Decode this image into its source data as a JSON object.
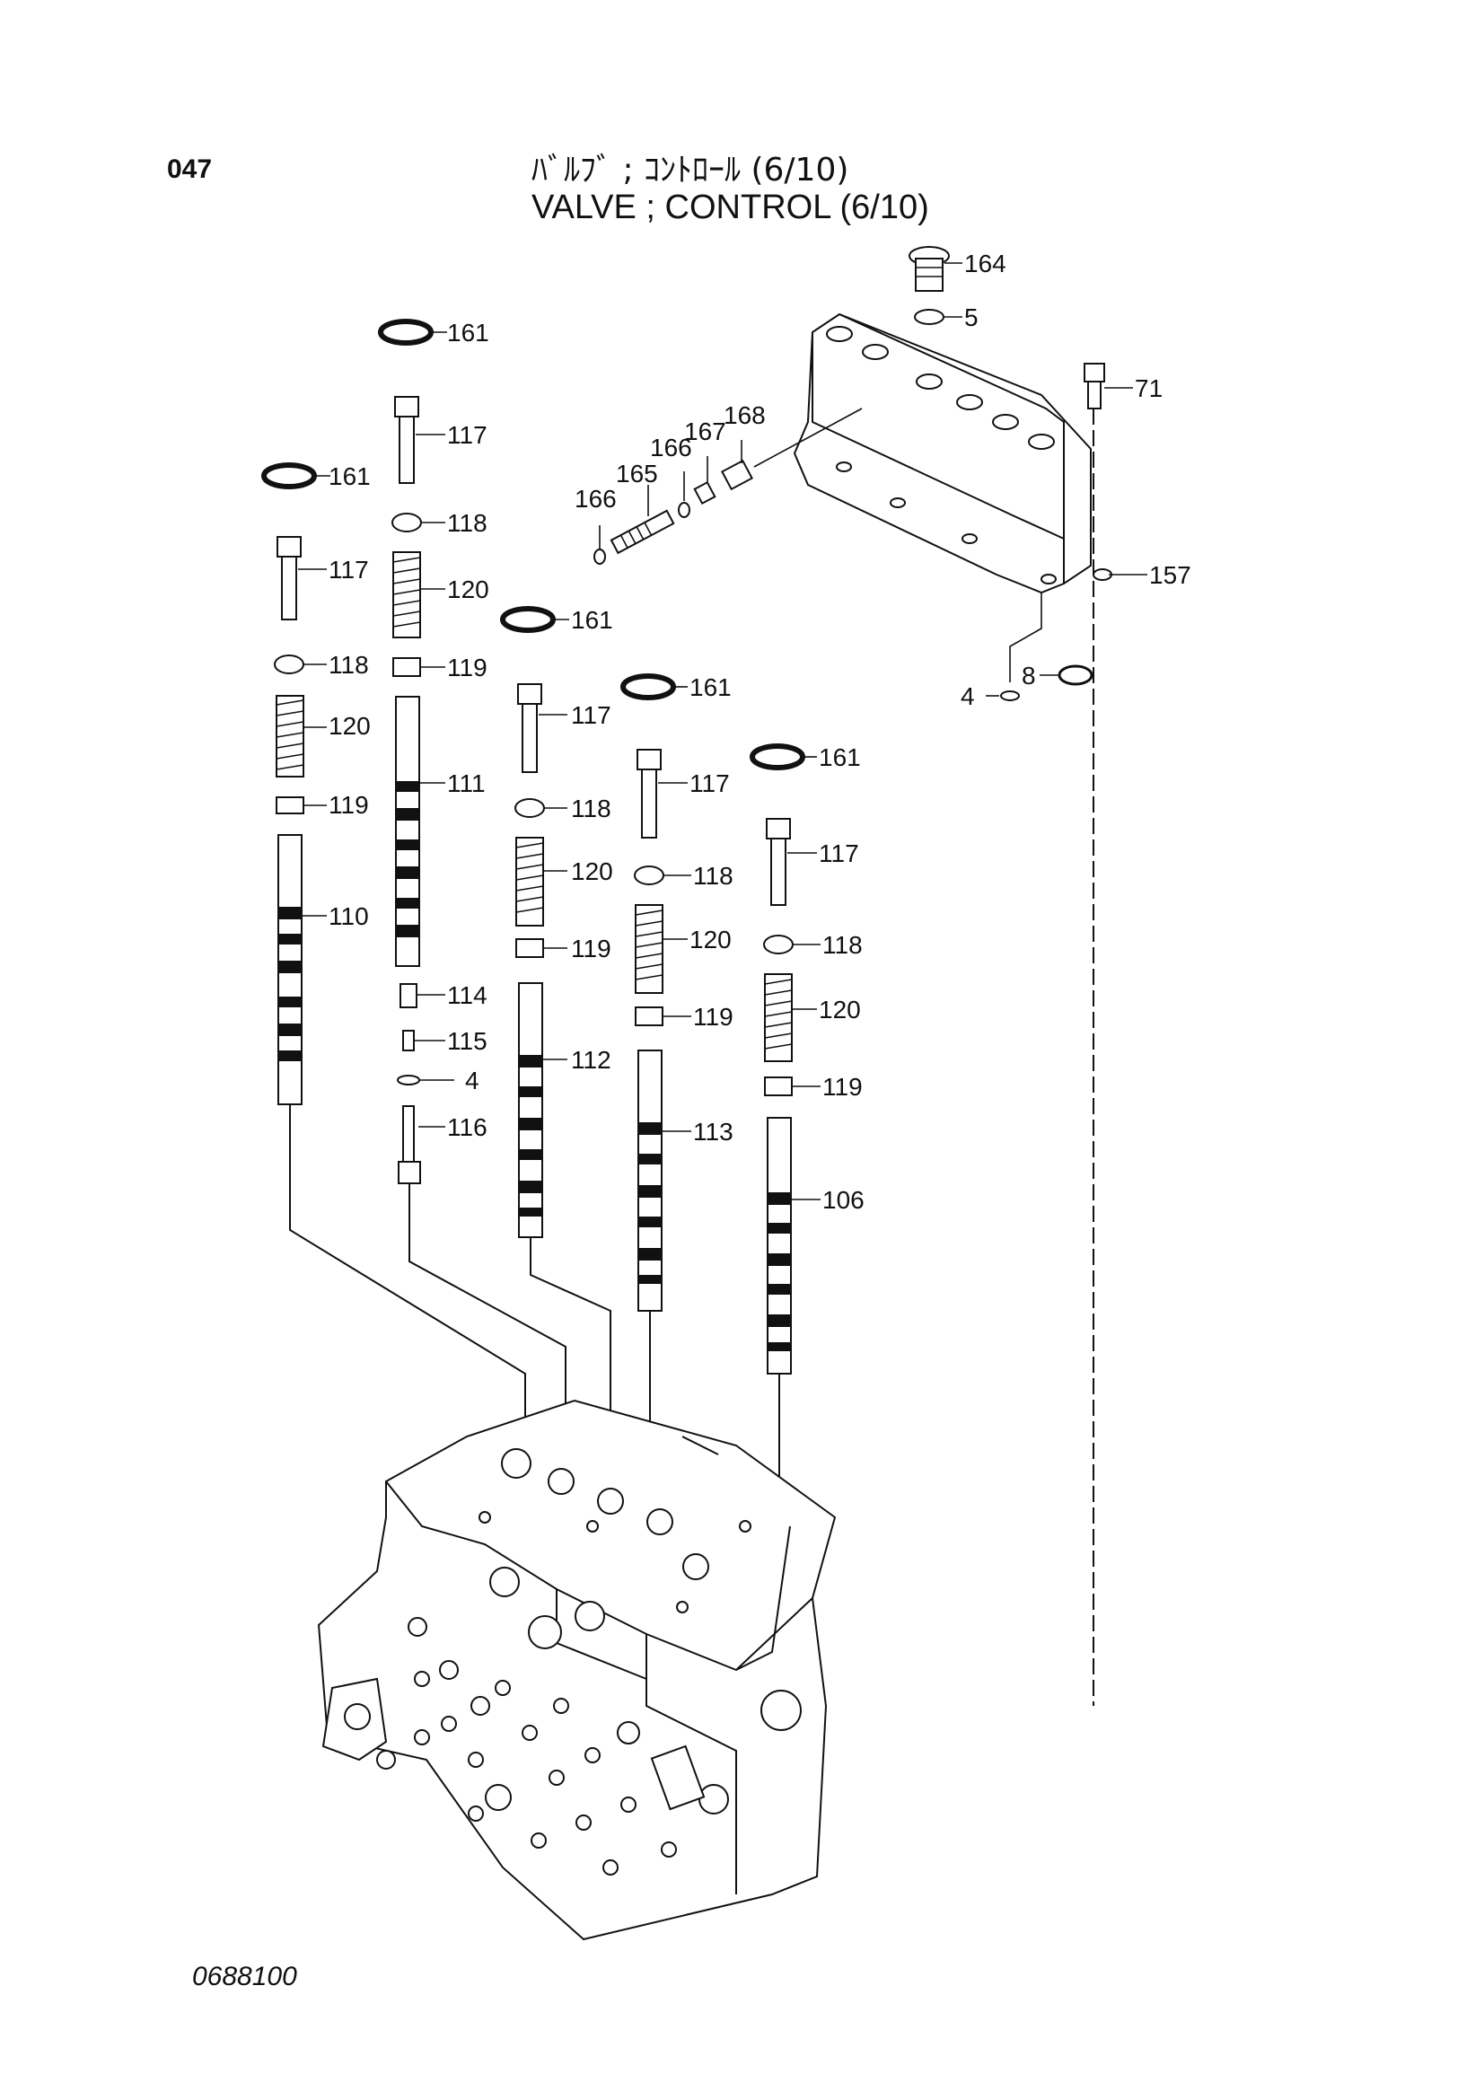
{
  "header": {
    "page_number": "047",
    "title_jp": "ﾊﾞﾙﾌﾞ ; ｺﾝﾄﾛｰﾙ (6/10)",
    "title_en": "VALVE ; CONTROL (6/10)"
  },
  "footer": {
    "drawing_code": "0688100"
  },
  "callouts": {
    "p164": "164",
    "p5": "5",
    "p71": "71",
    "p157": "157",
    "p8": "8",
    "p4a": "4",
    "p168": "168",
    "p167": "167",
    "p166a": "166",
    "p165": "165",
    "p166b": "166",
    "s1_161": "161",
    "s1_117": "117",
    "s1_118": "118",
    "s1_120": "120",
    "s1_119": "119",
    "s1_110": "110",
    "s2_161": "161",
    "s2_117": "117",
    "s2_118": "118",
    "s2_120": "120",
    "s2_119": "119",
    "s2_111": "111",
    "s2_114": "114",
    "s2_115": "115",
    "s2_4": "4",
    "s2_116": "116",
    "s3_161": "161",
    "s3_117": "117",
    "s3_118": "118",
    "s3_120": "120",
    "s3_119": "119",
    "s3_112": "112",
    "s4_161": "161",
    "s4_117": "117",
    "s4_118": "118",
    "s4_120": "120",
    "s4_119": "119",
    "s4_113": "113",
    "s5_161": "161",
    "s5_117": "117",
    "s5_118": "118",
    "s5_120": "120",
    "s5_119": "119",
    "s5_106": "106"
  }
}
